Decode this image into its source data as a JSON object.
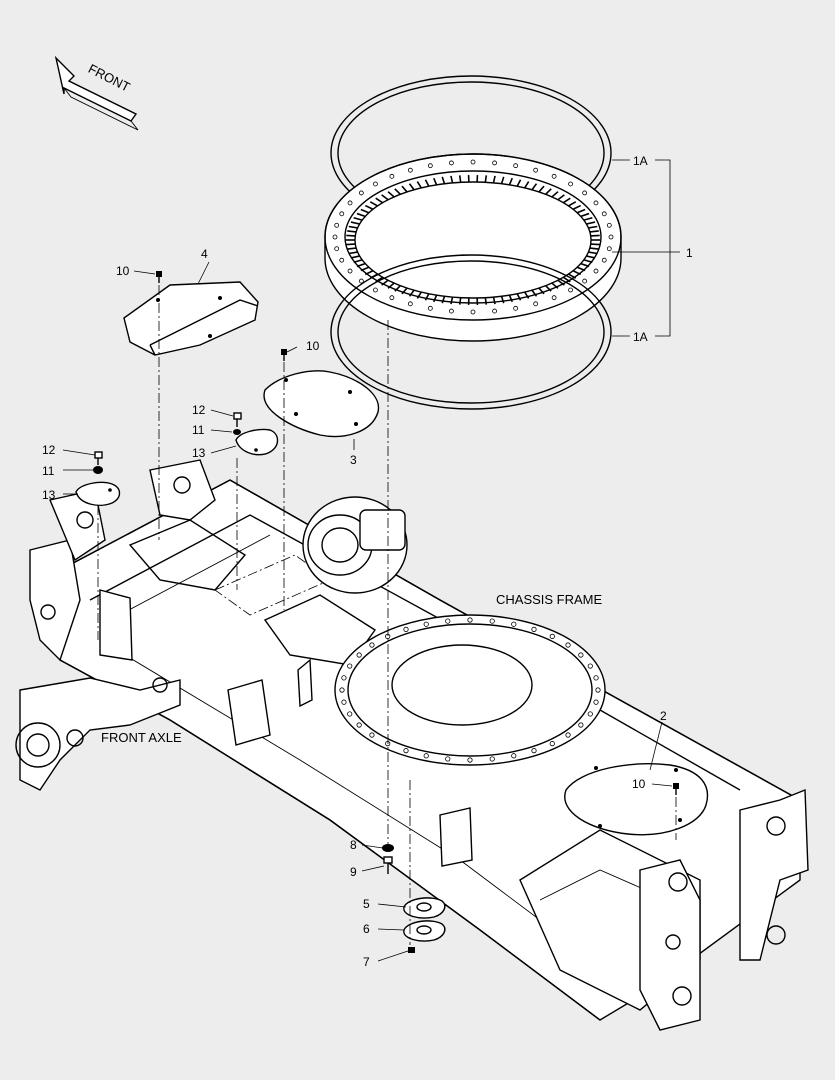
{
  "diagram": {
    "direction_label": "FRONT",
    "captions": {
      "chassis_frame": "CHASSIS FRAME",
      "front_axle": "FRONT AXLE"
    },
    "callouts": {
      "c1": "1",
      "c1a_top": "1A",
      "c1a_bottom": "1A",
      "c2": "2",
      "c3": "3",
      "c4": "4",
      "c5": "5",
      "c6": "6",
      "c7": "7",
      "c8": "8",
      "c9": "9",
      "c10_a": "10",
      "c10_b": "10",
      "c10_c": "10",
      "c11_a": "11",
      "c11_b": "11",
      "c12_a": "12",
      "c12_b": "12",
      "c13_a": "13",
      "c13_b": "13"
    }
  }
}
